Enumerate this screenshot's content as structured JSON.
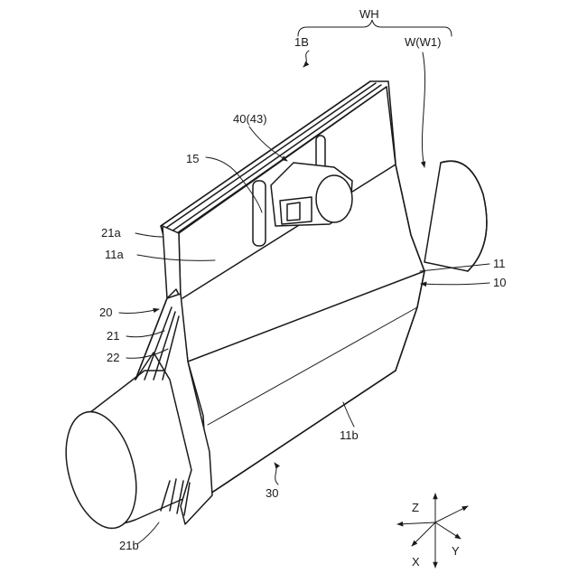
{
  "labels": {
    "wh": "WH",
    "1b": "1B",
    "w_w1": "W(W1)",
    "40_43": "40(43)",
    "15": "15",
    "21a": "21a",
    "11a": "11a",
    "20": "20",
    "21": "21",
    "22": "22",
    "11": "11",
    "10": "10",
    "11b": "11b",
    "30": "30",
    "21b": "21b"
  },
  "axes": {
    "z": "Z",
    "x": "X",
    "y": "Y"
  }
}
